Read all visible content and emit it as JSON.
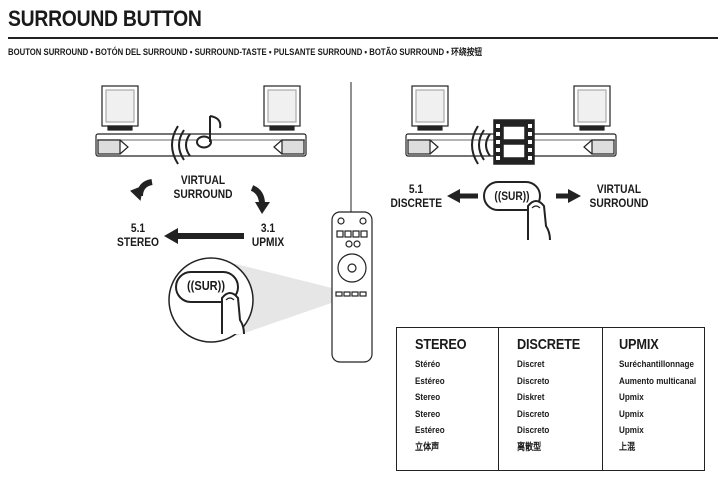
{
  "header": {
    "title": "SURROUND BUTTON",
    "subtitle": "BOUTON SURROUND • BOTÓN DEL SURROUND • SURROUND-TASTE • PULSANTE SURROUND • BOTÃO SURROUND • 环绕按钮"
  },
  "left_panel": {
    "virtual_surround": [
      "VIRTUAL",
      "SURROUND"
    ],
    "stereo": [
      "5.1",
      "STEREO"
    ],
    "upmix": [
      "3.1",
      "UPMIX"
    ],
    "button_label": "((SUR))"
  },
  "right_panel": {
    "discrete": [
      "5.1",
      "DISCRETE"
    ],
    "virtual_surround": [
      "VIRTUAL",
      "SURROUND"
    ],
    "button_label": "((SUR))"
  },
  "table": {
    "columns": [
      {
        "header": "STEREO",
        "rows": [
          "Stéréo",
          "Estéreo",
          "Stereo",
          "Stereo",
          "Estéreo",
          "立体声"
        ]
      },
      {
        "header": "DISCRETE",
        "rows": [
          "Discret",
          "Discreto",
          "Diskret",
          "Discreto",
          "Discreto",
          "离散型"
        ]
      },
      {
        "header": "UPMIX",
        "rows": [
          "Suréchantillonnage",
          "Aumento multicanal",
          "Upmix",
          "Upmix",
          "Upmix",
          "上混"
        ]
      }
    ]
  },
  "icons": [
    "speaker-icon",
    "soundbar-icon",
    "music-note-icon",
    "film-strip-icon",
    "sound-wave-icon",
    "finger-press-icon",
    "remote-control-icon"
  ]
}
